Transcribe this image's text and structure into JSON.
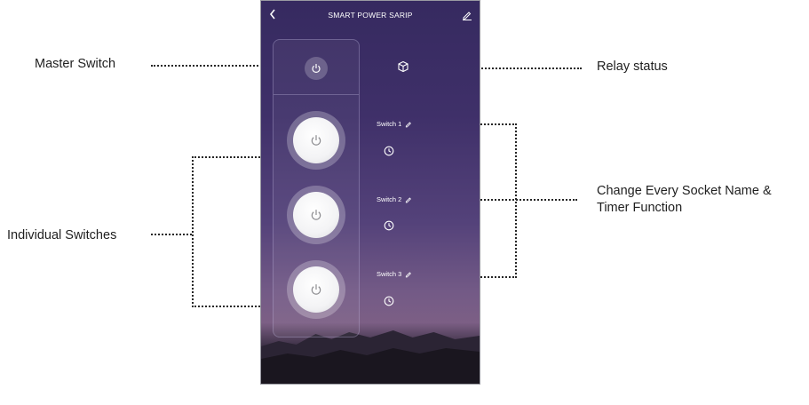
{
  "annotations": {
    "master_switch": "Master Switch",
    "individual_switches": "Individual Switches",
    "relay_status": "Relay status",
    "change_line1": "Change Every Socket Name &",
    "change_line2": "Timer Function"
  },
  "app": {
    "title": "SMART POWER SARIP",
    "back_icon": "chevron-left-icon",
    "edit_icon": "pencil-icon",
    "relay_icon": "cube-icon"
  },
  "switches": [
    {
      "name": "Switch 1",
      "icon": "power-icon",
      "timer_icon": "clock-icon"
    },
    {
      "name": "Switch 2",
      "icon": "power-icon",
      "timer_icon": "clock-icon"
    },
    {
      "name": "Switch 3",
      "icon": "power-icon",
      "timer_icon": "clock-icon"
    }
  ],
  "colors": {
    "background_top": "#362a60",
    "background_bottom": "#7c5f85",
    "text_on_phone": "#ffffff",
    "annotation_text": "#1f1f1f"
  }
}
